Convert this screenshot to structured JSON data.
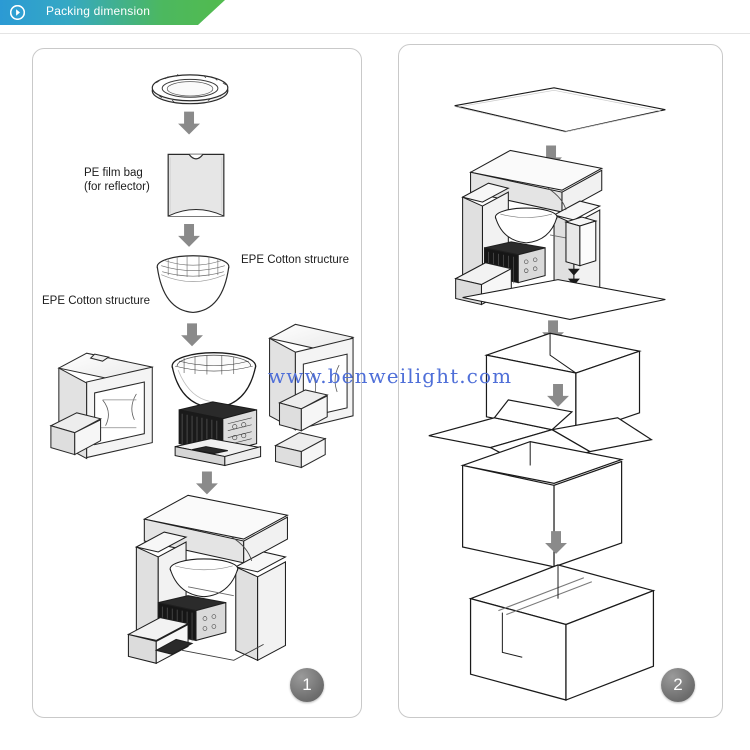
{
  "header": {
    "title": "Packing dimension",
    "icon": "play-circle-icon",
    "gradient_start": "#2b9ad4",
    "gradient_end": "#52bb4e",
    "text_color": "#ffffff"
  },
  "watermark": {
    "text": "www.benweilight.com",
    "color": "#4f6fd8"
  },
  "panels": [
    {
      "id": "panel-left",
      "step_number": "1",
      "labels": [
        {
          "id": "pe-film-bag",
          "text": "PE film bag\n(for reflector)",
          "line1": "PE film bag",
          "line2": "(for reflector)"
        },
        {
          "id": "epe-cotton-left",
          "text": "EPE Cotton structure"
        },
        {
          "id": "epe-cotton-right",
          "text": "EPE Cotton structure"
        }
      ],
      "items": [
        "reflector-ring",
        "pe-film-bag",
        "reflector-bowl",
        "epe-cotton-frame-left",
        "led-highbay-light",
        "epe-cotton-frame-right",
        "foam-packed-assembly"
      ]
    },
    {
      "id": "panel-right",
      "step_number": "2",
      "labels": [],
      "items": [
        "cardboard-sheet",
        "foam-packed-assembly",
        "manual-booklet",
        "inner-carton-blank",
        "inner-carton",
        "outer-carton-open",
        "sealed-carton"
      ]
    }
  ],
  "colors": {
    "panel_border": "#c9c9c9",
    "arrow_fill": "#808080",
    "line_art": "#1a1a1a",
    "step_circle": "#7a7a7a"
  }
}
